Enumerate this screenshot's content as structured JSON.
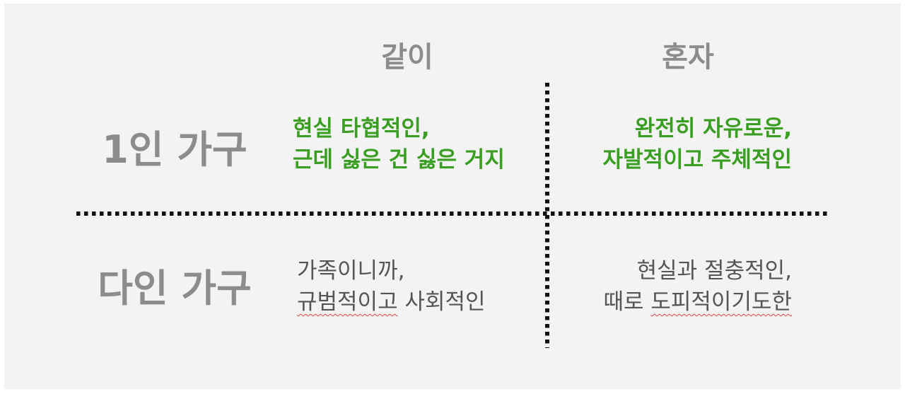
{
  "columns": {
    "together": "같이",
    "alone": "혼자"
  },
  "rows": {
    "single": "1인 가구",
    "multi": "다인 가구"
  },
  "cells": {
    "single_together": {
      "line1": "현실 타협적인,",
      "line2": "근데 싫은 건 싫은 거지"
    },
    "single_alone": {
      "line1": "완전히 자유로운,",
      "line2": "자발적이고 주체적인"
    },
    "multi_together": {
      "line1": "가족이니까,",
      "line2_a": "규범적이고",
      "line2_b": " 사회적인"
    },
    "multi_alone": {
      "line1": "현실과 절충적인,",
      "line2_a": "때로 ",
      "line2_b": "도피적이기도한"
    }
  },
  "colors": {
    "background": "#f3f3f3",
    "header_grey": "#8c8c8c",
    "accent_green": "#3a9e22",
    "body_text": "#555555",
    "divider": "#111111"
  }
}
